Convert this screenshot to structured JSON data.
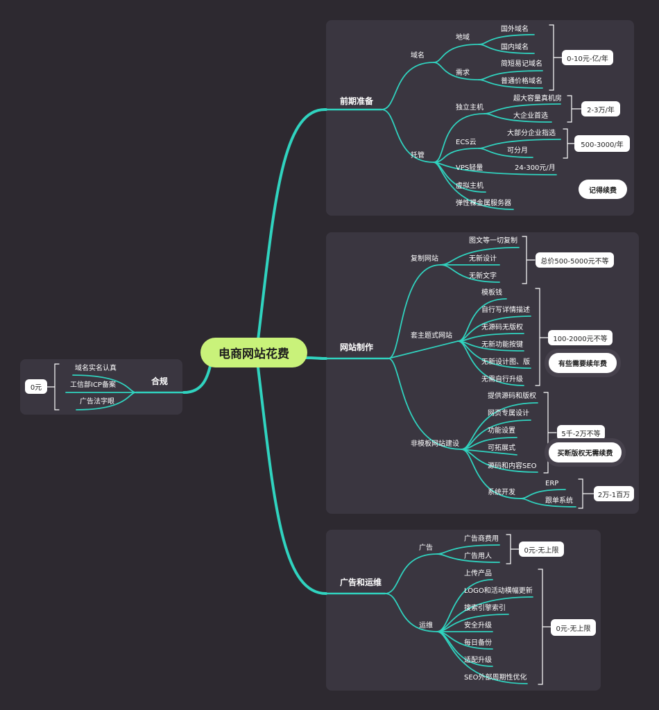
{
  "colors": {
    "background": "#2d2930",
    "panel": "#3a3640",
    "connector": "#30d3bf",
    "root": "#c9f27a",
    "pill": "#ffffff"
  },
  "root": "电商网站花费",
  "compliance": {
    "title": "合规",
    "items": [
      "域名实名认真",
      "工信部ICP备案",
      "广告法字眼"
    ],
    "cost": "0元"
  },
  "prep": {
    "title": "前期准备",
    "domain": {
      "label": "域名",
      "region": {
        "label": "地域",
        "items": [
          "国外域名",
          "国内域名"
        ]
      },
      "need": {
        "label": "需求",
        "items": [
          "简短易记域名",
          "普通价格域名"
        ]
      },
      "cost": "0-10元-亿/年"
    },
    "hosting": {
      "label": "托管",
      "dedicated": {
        "label": "独立主机",
        "items": [
          "超大容量真机房",
          "大企业首选"
        ],
        "cost": "2-3万/年"
      },
      "ecs": {
        "label": "ECS云",
        "items": [
          "大部分企业指选",
          "可分月"
        ],
        "cost": "500-3000/年"
      },
      "vps": {
        "label": "VPS轻量",
        "cost": "24-300元/月"
      },
      "virtual": "虚拟主机",
      "bare": "弹性裸金属服务器",
      "note": "记得续费"
    }
  },
  "build": {
    "title": "网站制作",
    "copy": {
      "label": "复制网站",
      "items": [
        "图文等一切复制",
        "无新设计",
        "无新文字"
      ],
      "cost": "总价500-5000元不等"
    },
    "template": {
      "label": "套主题式网站",
      "items": [
        "模板钱",
        "自行写详情描述",
        "无源码无版权",
        "无新功能按键",
        "无新设计图、版",
        "无需自行升级"
      ],
      "cost": "100-2000元不等",
      "note": "有些需要续年费"
    },
    "custom": {
      "label": "非模板网站建设",
      "items": [
        "提供源码和版权",
        "网页专属设计",
        "功能设置",
        "可拓展式",
        "源码和内容SEO"
      ],
      "cost": "5千-2万不等",
      "note": "买断版权无需续费",
      "system": {
        "label": "系统开发",
        "items": [
          "ERP",
          "跟单系统"
        ],
        "cost": "2万-1百万"
      }
    }
  },
  "ops": {
    "title": "广告和运维",
    "ads": {
      "label": "广告",
      "items": [
        "广告商费用",
        "广告用人"
      ],
      "cost": "0元-无上限"
    },
    "maint": {
      "label": "运维",
      "items": [
        "上传产品",
        "LOGO和活动横幅更新",
        "搜索引擎索引",
        "安全升级",
        "每日备份",
        "适配升级",
        "SEO外部周期性优化"
      ],
      "cost": "0元-无上限"
    }
  }
}
